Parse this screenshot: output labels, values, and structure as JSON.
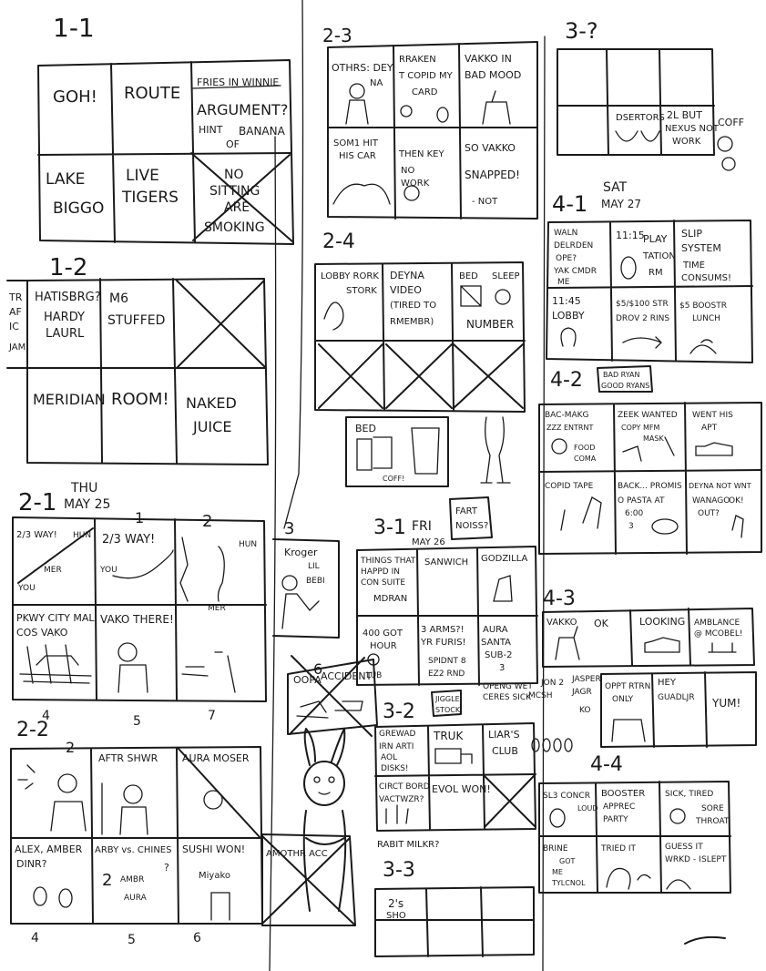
{
  "sections": {
    "s1_1": {
      "label": "1-1",
      "cells": [
        "GOH!",
        "ROUTE",
        "FRIES IN WINNIE",
        "ARGUMENT?",
        "HINT",
        "BANANA",
        "OF",
        "LAKE",
        "BIGGO",
        "LIVE",
        "TIGERS",
        "NO",
        "SITTING",
        "ARE",
        "SMOKING"
      ]
    },
    "s1_2": {
      "label": "1-2",
      "side": [
        "TR",
        "AF",
        "IC",
        "JAM"
      ],
      "cells": [
        "HATISBRG?",
        "HARDY",
        "LAURL",
        "M6",
        "STUFFED",
        "MERIDIAN",
        "ROOM!",
        "NAKED",
        "JUICE"
      ]
    },
    "s2_1": {
      "label": "2-1",
      "day": "THU",
      "date": "MAY 25",
      "nums": [
        "1",
        "2",
        "3",
        "4",
        "5",
        "7"
      ],
      "cells": [
        "2/3 WAY!",
        "HUN",
        "MER",
        "YOU",
        "2/3 WAY!",
        "YOU",
        "HUN",
        "MER",
        "PKWY CITY MAL",
        "COS VAKO",
        "VAKO THERE!",
        "Kroger",
        "LIL",
        "BEBI"
      ]
    },
    "s2_2": {
      "label": "2-2",
      "nums": [
        "2",
        "4",
        "5",
        "6"
      ],
      "cells": [
        "AFTR SHWR",
        "AURA MOSER",
        "ALEX, AMBER",
        "DINR?",
        "ARBY vs. CHINES",
        "2",
        "AMBR",
        "AURA",
        "?",
        "SUSHI WON!",
        "Miyako",
        "AMOTHR ACC"
      ]
    },
    "s2_3": {
      "label": "2-3",
      "cells": [
        "OTHRS: DEY",
        "NA",
        "RRAKEN",
        "T COPID MY",
        "CARD",
        "VAKKO IN",
        "BAD MOOD",
        "SOM1 HIT",
        "HIS CAR",
        "THEN KEY",
        "NO",
        "WORK",
        "SO VAKKO",
        "SNAPPED!",
        "- NOT"
      ]
    },
    "s2_4": {
      "label": "2-4",
      "cells": [
        "LOBBY RORK",
        "STORK",
        "DEYNA",
        "VIDEO",
        "(TIRED TO",
        "RMEMBR)",
        "BED",
        "SLEEP",
        "NUMBER",
        "BED",
        "COFF!"
      ]
    },
    "s3_accident": {
      "num": "6",
      "cells": [
        "OOPA",
        "ACCIDENT"
      ]
    },
    "s3_1": {
      "label": "3-1",
      "day": "FRI",
      "date": "MAY 26",
      "note": "FART",
      "note2": "NOISS?",
      "cells": [
        "THINGS THAT",
        "HAPPD IN",
        "CON SUITE",
        "MDRAN",
        "SANWICH",
        "GODZILLA",
        "400 GOT",
        "HOUR",
        "3 ARMS?!",
        "YR FURIS!",
        "SPIDNT 8",
        "EZ2 RND",
        "AURA",
        "SANTA",
        "SUB-2",
        "3",
        "LUB"
      ]
    },
    "s3_2": {
      "label": "3-2",
      "tags": [
        "JIGGLE",
        "STOCK",
        "OPENG WET",
        "CERES SICK"
      ],
      "cells": [
        "GREWAD",
        "IRN ARTI",
        "AOL",
        "DISKS!",
        "TRUK",
        "LIAR'S",
        "CLUB",
        "CIRCT BORD",
        "VACTWZR?",
        "EVOL WON!",
        "RABIT MILKR?"
      ]
    },
    "s3_3": {
      "label": "3-3",
      "cells": [
        "2's",
        "SHO"
      ]
    },
    "s3_q": {
      "label": "3-?",
      "cells": [
        "DSERTORS",
        "2L BUT",
        "NEXUS NOT",
        "WORK",
        "COFF"
      ]
    },
    "s4_1": {
      "label": "4-1",
      "day": "SAT",
      "date": "MAY 27",
      "cells": [
        "WALN",
        "DELRDEN",
        "OPE?",
        "YAK CMDR",
        "ME",
        "11:15",
        "PLAY",
        "TATION",
        "RM",
        "SLIP",
        "SYSTEM",
        "TIME",
        "CONSUMS!",
        "11:45",
        "LOBBY",
        "$5/$100 STR",
        "DROV 2 RINS",
        "$5 BOOSTR",
        "LUNCH"
      ]
    },
    "s4_2": {
      "label": "4-2",
      "bubble": [
        "BAD RYAN",
        "GOOD RYANS"
      ],
      "cells": [
        "BAC-MAKG",
        "ZZZ ENTRNT",
        "FOOD",
        "COMA",
        "ZEEK WANTED",
        "COPY MFM",
        "MASK",
        "WENT HIS",
        "APT",
        "COPID TAPE",
        "BACK... PROMIS",
        "O PASTA AT",
        "6:00",
        "3",
        "DEYNA NOT WNT",
        "WANAGO",
        "OK!",
        "OUT?"
      ]
    },
    "s4_3": {
      "label": "4-3",
      "cells": [
        "VAKKO",
        "OK",
        "LOOKING",
        "AMBLANCE",
        "@ MCOBEL!",
        "JON 2",
        "MCSH",
        "JASPER",
        "JAGR",
        "KO",
        "OPPT RTRN",
        "ONLY",
        "HEY",
        "GUADLJR",
        "YUM!"
      ]
    },
    "s4_4": {
      "label": "4-4",
      "cells": [
        "SL3 CONCR",
        "LOUD",
        "BOOSTER",
        "APPREC",
        "PARTY",
        "SICK, TIRED",
        "SORE",
        "THROAT",
        "BRINE",
        "GOT",
        "ME",
        "TYLCNOL",
        "TRIED IT",
        "GUESS IT",
        "WRKD - I",
        "SLEPT"
      ]
    }
  }
}
